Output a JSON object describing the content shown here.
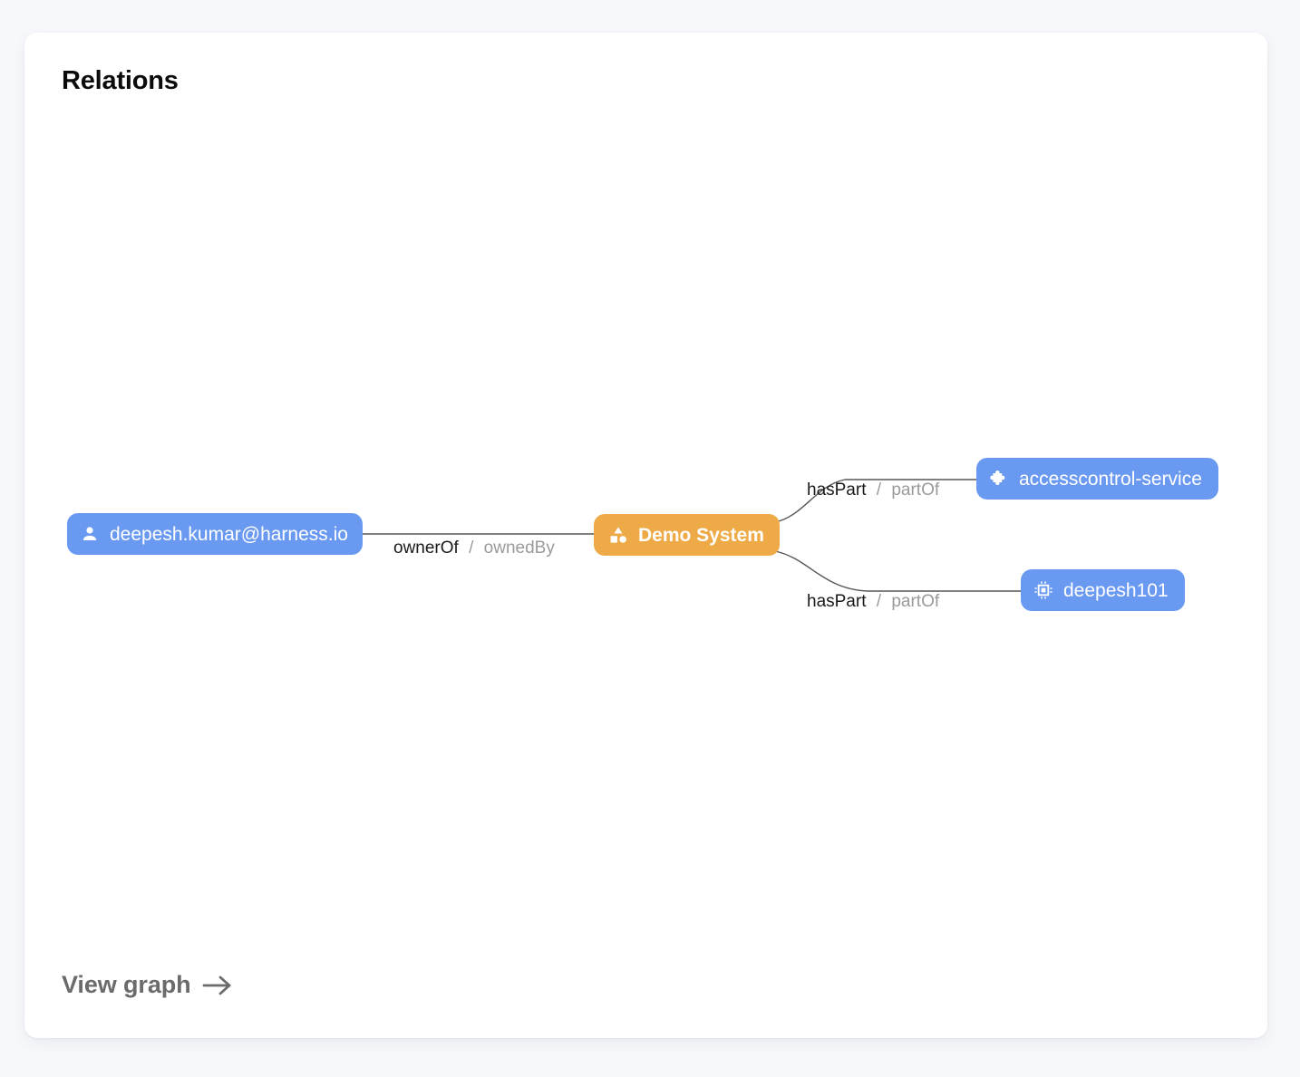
{
  "card": {
    "title": "Relations",
    "footer_link": {
      "label": "View graph",
      "icon": "arrow-right-icon"
    }
  },
  "graph": {
    "nodes": [
      {
        "id": "user",
        "label": "deepesh.kumar@harness.io",
        "kind": "user",
        "icon": "person-icon",
        "color": "#6a99f2"
      },
      {
        "id": "system",
        "label": "Demo System",
        "kind": "system",
        "icon": "category-icon",
        "color": "#eeaa46"
      },
      {
        "id": "service",
        "label": "accesscontrol-service",
        "kind": "component",
        "icon": "puzzle-icon",
        "color": "#6a99f2"
      },
      {
        "id": "component",
        "label": "deepesh101",
        "kind": "resource",
        "icon": "chip-icon",
        "color": "#6a99f2"
      }
    ],
    "edges": [
      {
        "id": "ownerof",
        "source": "user",
        "target": "system",
        "forward": "ownerOf",
        "separator": "/",
        "reverse": "ownedBy"
      },
      {
        "id": "haspart-top",
        "source": "system",
        "target": "service",
        "forward": "hasPart",
        "separator": "/",
        "reverse": "partOf"
      },
      {
        "id": "haspart-bottom",
        "source": "system",
        "target": "component",
        "forward": "hasPart",
        "separator": "/",
        "reverse": "partOf"
      }
    ],
    "edge_color": "#555555"
  }
}
